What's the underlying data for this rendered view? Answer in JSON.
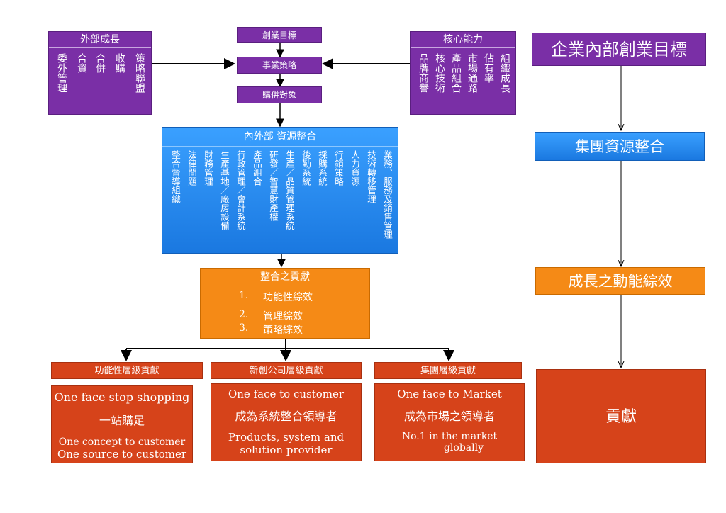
{
  "external": {
    "title": "外部成長",
    "columns": [
      "委外管理",
      "合資",
      "合併",
      "收購",
      "策略聯盟"
    ]
  },
  "core": {
    "title": "核心能力",
    "columns": [
      "品牌商譽",
      "核心技術",
      "產品組合",
      "市場通路",
      "佔有率",
      "組織成長"
    ]
  },
  "center": {
    "goal": "創業目標",
    "strategy": "事業策略",
    "target": "購併對象"
  },
  "integration": {
    "title": "內外部 資源整合",
    "columns": [
      "整合督導組織",
      "法律問題",
      "財務管理",
      "生產基地／廠房設備",
      "行政管理／會計系統",
      "產品組合",
      "研發／智慧財產權",
      "生產／品質管理系統",
      "後勤系統",
      "採購系統",
      "行銷策略",
      "人力資源",
      "技術轉移管理",
      "業務、服務及銷售管理"
    ]
  },
  "contribution": {
    "title": "整合之貢獻",
    "items": [
      {
        "num": "1.",
        "text": "功能性綜效"
      },
      {
        "num": "2.",
        "text": "管理綜效"
      },
      {
        "num": "3.",
        "text": "策略綜效"
      }
    ]
  },
  "levels": [
    {
      "title": "功能性層級貢獻",
      "lines": [
        "One face stop shopping",
        "一站購足",
        "One concept to customer",
        "One source to customer"
      ]
    },
    {
      "title": "新創公司層級貢獻",
      "lines": [
        "One face to customer",
        "成為系統整合領導者",
        "Products, system and",
        "solution provider"
      ]
    },
    {
      "title": "集團層級貢獻",
      "lines": [
        "One face to Market",
        "成為市場之領導者",
        "No.1 in the market",
        "globally"
      ]
    }
  ],
  "right": {
    "goal": "企業內部創業目標",
    "integration": "集團資源整合",
    "growth": "成長之動能綜效",
    "contribution": "貢獻"
  },
  "colors": {
    "purple": "#7a2fa6",
    "blue": "#1a78e0",
    "orange": "#f58a16",
    "red": "#d6431a"
  }
}
